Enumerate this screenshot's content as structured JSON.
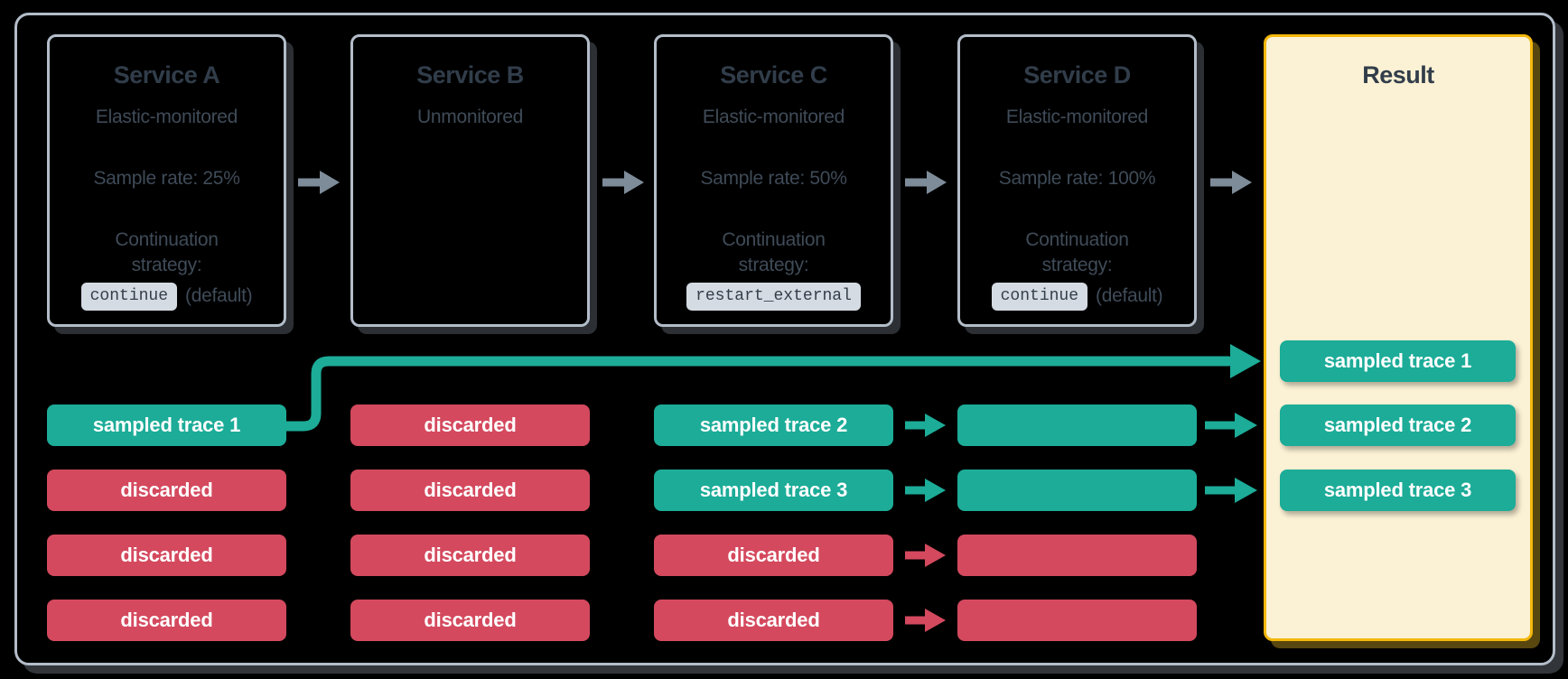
{
  "colors": {
    "background": "#000000",
    "box_border": "#b3bdc9",
    "flow_arrow": "#7e8b99",
    "title_text": "#313d4a",
    "body_text": "#3f4b58",
    "sampled_teal": "#1cac98",
    "discarded_red": "#d4495e",
    "result_border": "#f3b70b",
    "result_fill": "#fbf1d4",
    "code_badge_bg": "#d5dbe3",
    "code_badge_text": "#333e4a",
    "trace_label_text": "#ffffff"
  },
  "services": [
    {
      "title": "Service A",
      "subtitle": "Elastic-monitored",
      "sample_rate": "Sample rate: 25%",
      "strategy_line1": "Continuation",
      "strategy_line2": "strategy:",
      "code": "continue",
      "code_note": "(default)"
    },
    {
      "title": "Service B",
      "subtitle": "Unmonitored"
    },
    {
      "title": "Service C",
      "subtitle": "Elastic-monitored",
      "sample_rate": "Sample rate: 50%",
      "strategy_line1": "Continuation",
      "strategy_line2": "strategy:",
      "code": "restart_external",
      "code_note": ""
    },
    {
      "title": "Service D",
      "subtitle": "Elastic-monitored",
      "sample_rate": "Sample rate: 100%",
      "strategy_line1": "Continuation",
      "strategy_line2": "strategy:",
      "code": "continue",
      "code_note": "(default)"
    }
  ],
  "result": {
    "title": "Result",
    "traces": [
      {
        "label": "sampled trace 1",
        "status": "sampled"
      },
      {
        "label": "sampled trace 2",
        "status": "sampled"
      },
      {
        "label": "sampled trace 3",
        "status": "sampled"
      }
    ]
  },
  "trace_columns": {
    "a": [
      {
        "label": "sampled trace 1",
        "status": "sampled"
      },
      {
        "label": "discarded",
        "status": "discarded"
      },
      {
        "label": "discarded",
        "status": "discarded"
      },
      {
        "label": "discarded",
        "status": "discarded"
      }
    ],
    "b": [
      {
        "label": "discarded",
        "status": "discarded"
      },
      {
        "label": "discarded",
        "status": "discarded"
      },
      {
        "label": "discarded",
        "status": "discarded"
      },
      {
        "label": "discarded",
        "status": "discarded"
      }
    ],
    "c": [
      {
        "label": "sampled trace 2",
        "status": "sampled"
      },
      {
        "label": "sampled trace 3",
        "status": "sampled"
      },
      {
        "label": "discarded",
        "status": "discarded"
      },
      {
        "label": "discarded",
        "status": "discarded"
      }
    ],
    "d": [
      {
        "label": "",
        "status": "sampled"
      },
      {
        "label": "",
        "status": "sampled"
      },
      {
        "label": "",
        "status": "discarded"
      },
      {
        "label": "",
        "status": "discarded"
      }
    ]
  }
}
